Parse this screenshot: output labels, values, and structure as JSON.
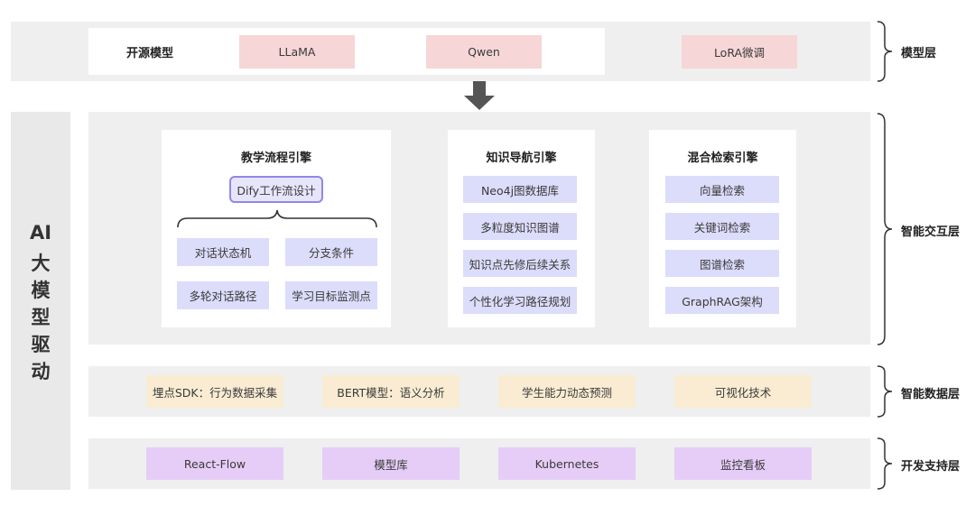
{
  "side_label": [
    "AI",
    "大",
    "模",
    "型",
    "驱",
    "动"
  ],
  "model_layer": {
    "label": "模型层",
    "source_label": "开源模型",
    "items": [
      "LLaMA",
      "Qwen",
      "LoRA微调"
    ]
  },
  "interaction_layer": {
    "label": "智能交互层",
    "teaching": {
      "title": "教学流程引擎",
      "top": "Dify工作流设计",
      "items": [
        "对话状态机",
        "分支条件",
        "多轮对话路径",
        "学习目标监测点"
      ]
    },
    "knowledge": {
      "title": "知识导航引擎",
      "items": [
        "Neo4j图数据库",
        "多粒度知识图谱",
        "知识点先修后续关系",
        "个性化学习路径规划"
      ]
    },
    "retrieval": {
      "title": "混合检索引擎",
      "items": [
        "向量检索",
        "关键词检索",
        "图谱检索",
        "GraphRAG架构"
      ]
    }
  },
  "data_layer": {
    "label": "智能数据层",
    "items": [
      "埋点SDK：行为数据采集",
      "BERT模型：语义分析",
      "学生能力动态预测",
      "可视化技术"
    ]
  },
  "dev_layer": {
    "label": "开发支持层",
    "items": [
      "React-Flow",
      "模型库",
      "Kubernetes",
      "监控看板"
    ]
  },
  "colors": {
    "band": "#efefef",
    "pink": "#f6d6d6",
    "blue": "#dcdcfb",
    "yellow": "#f9ecd2",
    "purple": "#e6cdf7",
    "arrow": "#555555"
  }
}
